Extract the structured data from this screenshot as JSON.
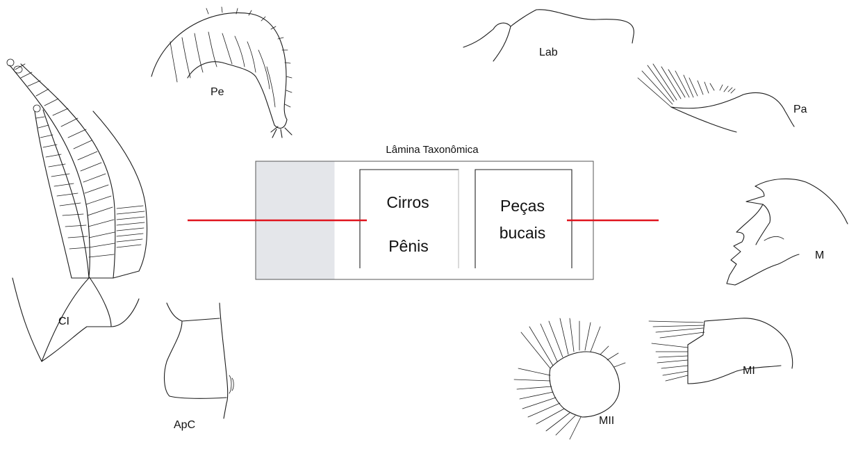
{
  "plate": {
    "title": "Lâmina Taxonômica",
    "panels": [
      {
        "line1": "Cirros",
        "line2": "Pênis"
      },
      {
        "line1": "Peças",
        "line2": "bucais"
      }
    ]
  },
  "specimen_labels": {
    "ci": "CI",
    "pe": "Pe",
    "apc": "ApC",
    "lab": "Lab",
    "pa": "Pa",
    "m": "M",
    "mi": "MI",
    "mii": "MII"
  },
  "colors": {
    "connector": "#e0141e",
    "shaded_band": "#e4e6ea",
    "frame": "#555555"
  }
}
